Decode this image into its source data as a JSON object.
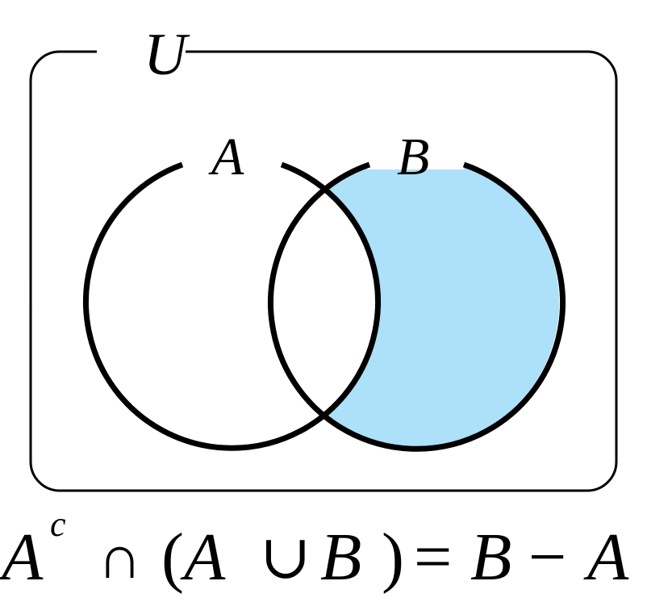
{
  "diagram": {
    "universe_label": "U",
    "set_a_label": "A",
    "set_b_label": "B",
    "shaded_region": "B only (B minus A)",
    "colors": {
      "shade": "#ade0f9",
      "stroke": "#000000",
      "background": "#ffffff"
    }
  },
  "formula": {
    "a1": "A",
    "complement": "c",
    "cap": "∩",
    "open_paren": "(",
    "a2": "A",
    "cup": "∪",
    "b1": "B",
    "close_paren": ")",
    "equals": "=",
    "b2": "B",
    "minus": "−",
    "a3": "A"
  }
}
